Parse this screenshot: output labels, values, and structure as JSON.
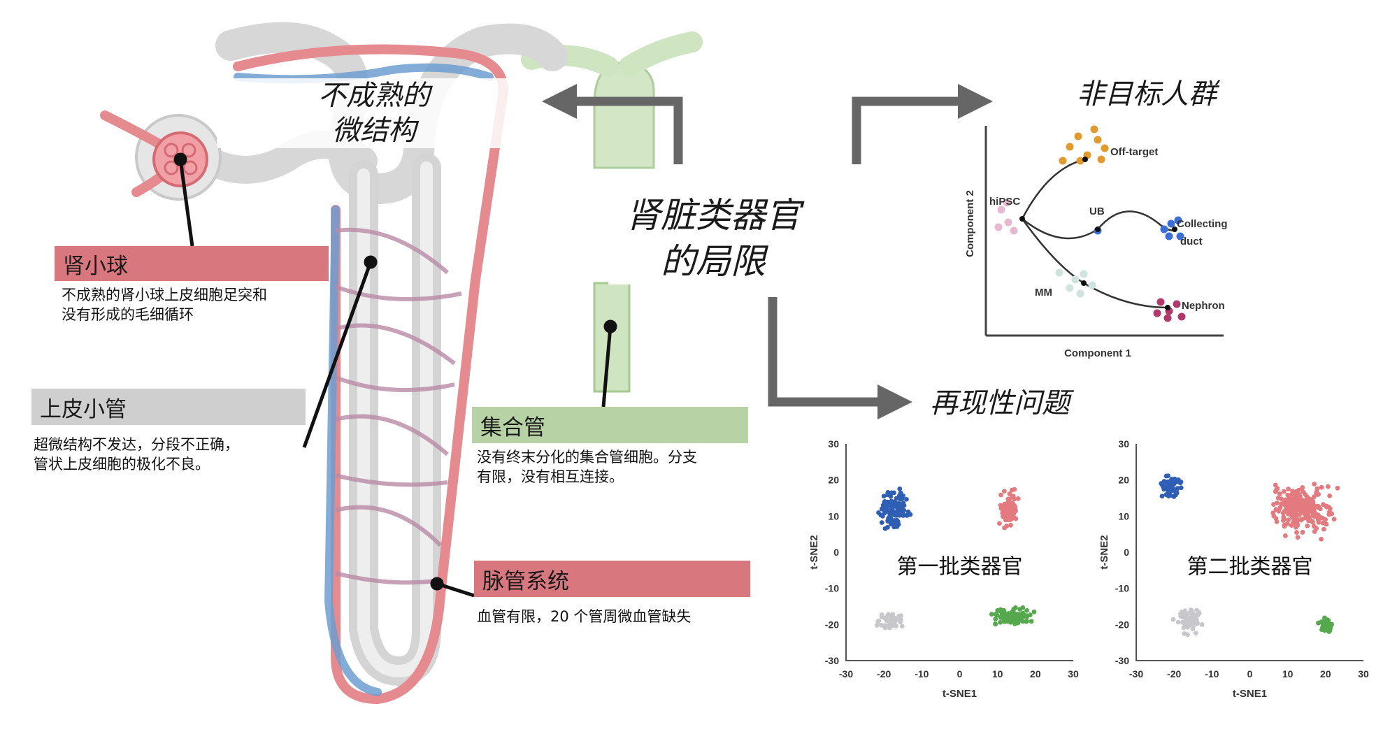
{
  "main_title": "肾脏类器官\n的局限",
  "immature_title": "不成熟的\n微结构",
  "callouts": {
    "glomerulus": {
      "label": "肾小球",
      "description": "不成熟的肾小球上皮细胞足突和\n没有形成的毛细循环",
      "color": "#d9777f"
    },
    "tubule": {
      "label": "上皮小管",
      "description": "超微结构不发达，分段不正确，\n管状上皮细胞的极化不良。",
      "color": "#cfcfcf"
    },
    "collecting_duct": {
      "label": "集合管",
      "description": "没有终末分化的集合管细胞。分支\n有限，没有相互连接。",
      "color": "#b7d3a6"
    },
    "vasculature": {
      "label": "脉管系统",
      "description": "血管有限，20 个管周微血管缺失",
      "color": "#d9777f"
    }
  },
  "off_target": {
    "heading": "非目标人群",
    "chart_data": {
      "type": "scatter",
      "xlabel": "Component 1",
      "ylabel": "Component 2",
      "groups": [
        {
          "name": "hiPSC",
          "color": "#e8b8d0"
        },
        {
          "name": "Off-target",
          "color": "#e09a2e"
        },
        {
          "name": "UB",
          "color": "#3a6fd8"
        },
        {
          "name": "Collecting duct",
          "color": "#3a6fd8"
        },
        {
          "name": "MM",
          "color": "#cfe3df"
        },
        {
          "name": "Nephron",
          "color": "#b0386a"
        }
      ],
      "point_labels": [
        "hiPSC",
        "Off-target",
        "UB",
        "Collecting",
        "duct",
        "MM",
        "Nephron"
      ]
    }
  },
  "reproducibility": {
    "heading": "再现性问题",
    "chart_data": [
      {
        "type": "scatter",
        "title": "第一批类器官",
        "xlabel": "t-SNE1",
        "ylabel": "t-SNE2",
        "xticks": [
          "-30",
          "-20",
          "-10",
          "0",
          "10",
          "20",
          "30"
        ],
        "yticks": [
          "30",
          "20",
          "10",
          "0",
          "-10",
          "-20",
          "-30"
        ],
        "xlim": [
          -30,
          30
        ],
        "ylim": [
          -30,
          30
        ],
        "clusters": [
          {
            "color": "#2f5fb5",
            "center": [
              -17,
              12
            ],
            "spread": [
              5,
              7
            ],
            "count": 120
          },
          {
            "color": "#e37a7f",
            "center": [
              13,
              12
            ],
            "spread": [
              3,
              6
            ],
            "count": 70
          },
          {
            "color": "#c8c8cc",
            "center": [
              -18,
              -19
            ],
            "spread": [
              5,
              3
            ],
            "count": 45
          },
          {
            "color": "#55a84d",
            "center": [
              14,
              -18
            ],
            "spread": [
              7,
              3
            ],
            "count": 95
          }
        ]
      },
      {
        "type": "scatter",
        "title": "第二批类器官",
        "xlabel": "t-SNE1",
        "ylabel": "t-SNE2",
        "xticks": [
          "-30",
          "-20",
          "-10",
          "0",
          "10",
          "20",
          "30"
        ],
        "yticks": [
          "30",
          "20",
          "10",
          "0",
          "-10",
          "-20",
          "-30"
        ],
        "xlim": [
          -30,
          30
        ],
        "ylim": [
          -30,
          30
        ],
        "clusters": [
          {
            "color": "#2f5fb5",
            "center": [
              -21,
              18
            ],
            "spread": [
              4,
              4
            ],
            "count": 70
          },
          {
            "color": "#e37a7f",
            "center": [
              14,
              12
            ],
            "spread": [
              11,
              9
            ],
            "count": 230
          },
          {
            "color": "#c8c8cc",
            "center": [
              -16,
              -19
            ],
            "spread": [
              5,
              5
            ],
            "count": 60
          },
          {
            "color": "#55a84d",
            "center": [
              20,
              -20
            ],
            "spread": [
              3,
              3
            ],
            "count": 35
          }
        ]
      }
    ]
  }
}
